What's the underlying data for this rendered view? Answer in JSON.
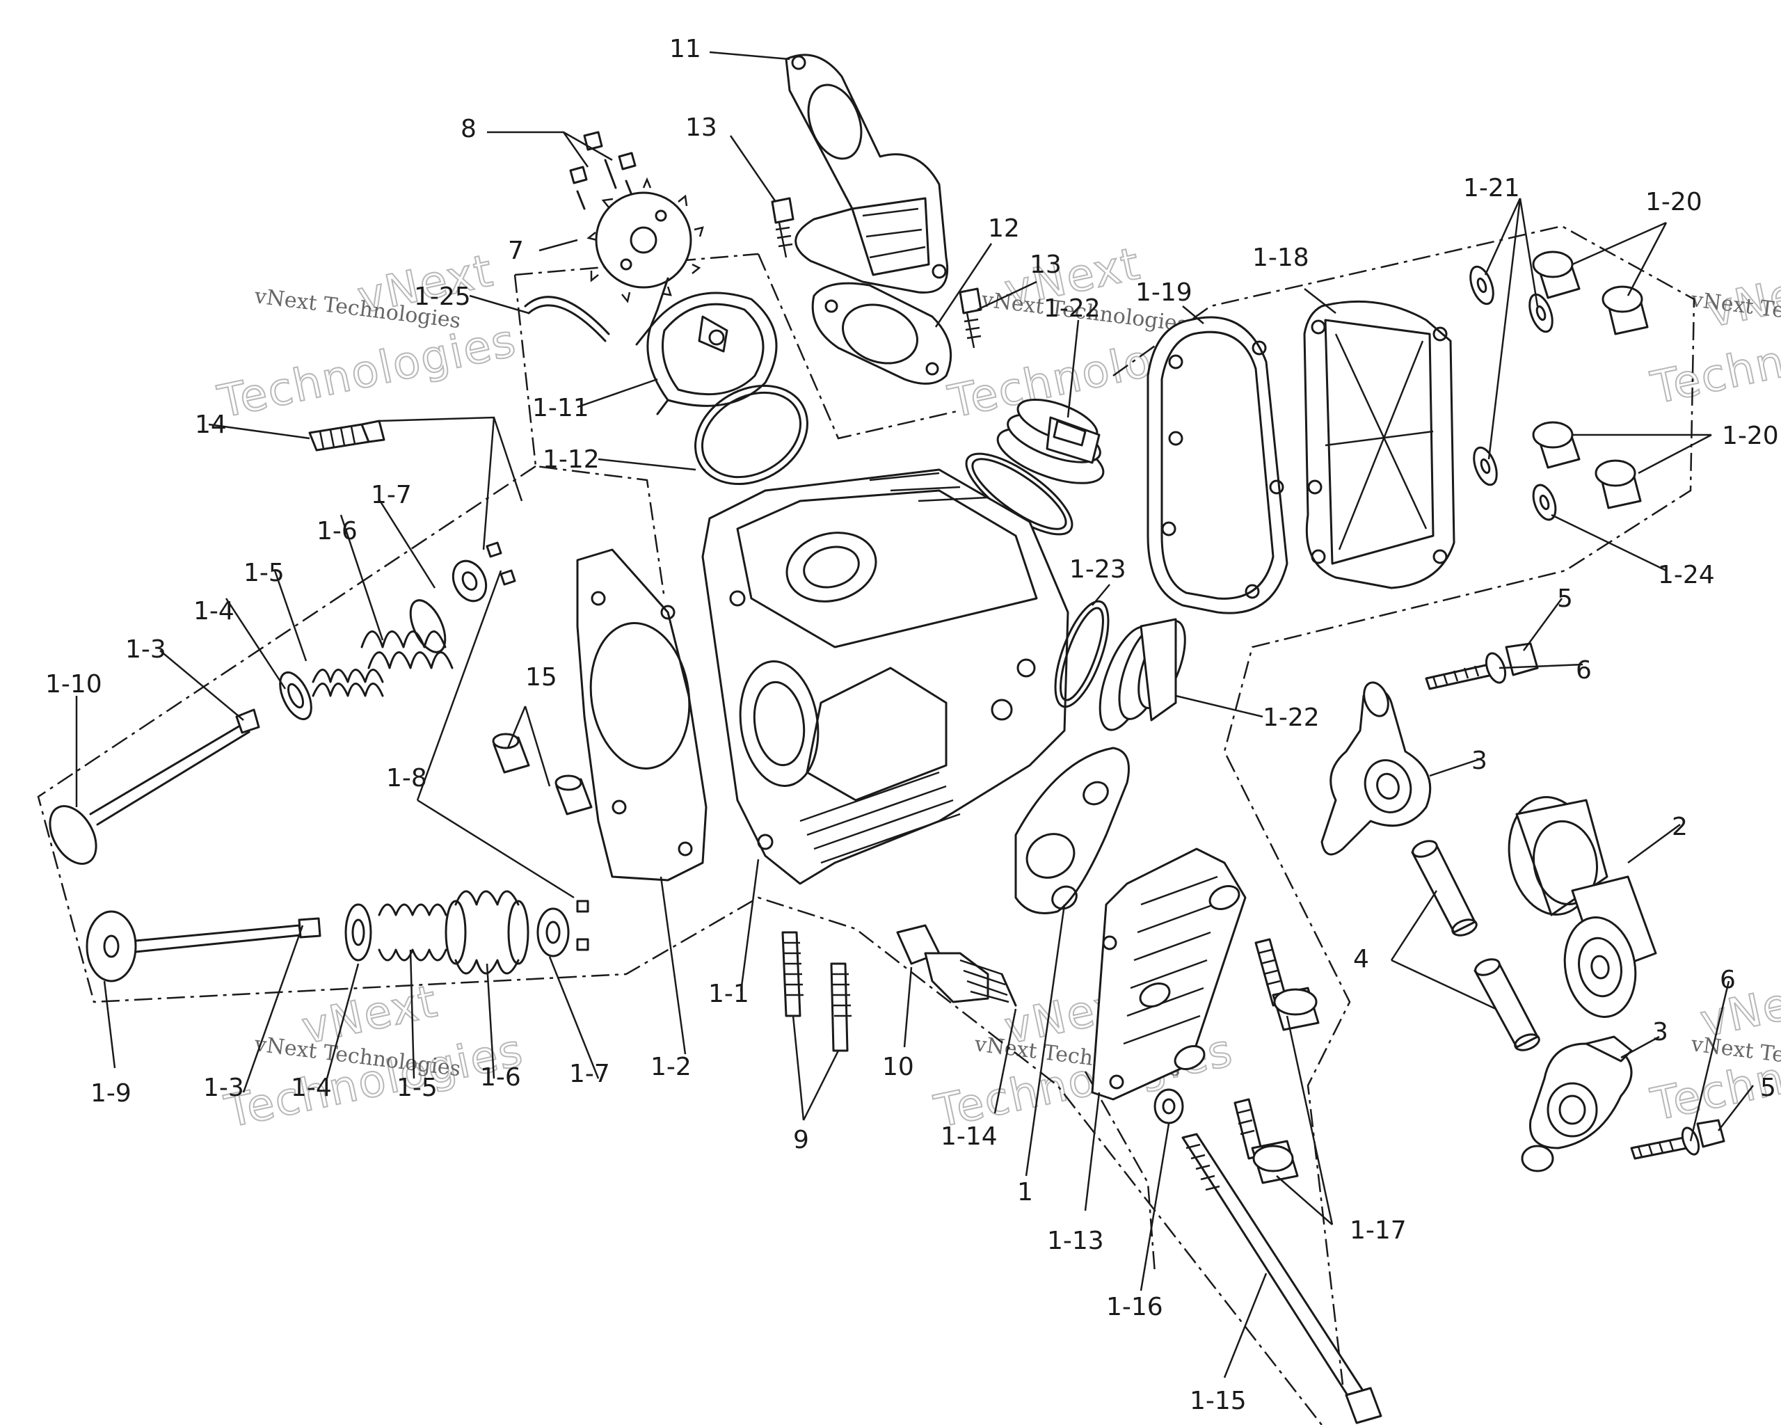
{
  "watermark": {
    "company": "vNext Technologies",
    "word_top": "vNext",
    "word_bottom": "Technologies"
  },
  "labels": {
    "l11": "11",
    "l8": "8",
    "l13a": "13",
    "l7": "7",
    "l12": "12",
    "l13b": "13",
    "l1_25": "1-25",
    "l1_11": "1-11",
    "l14": "14",
    "l1_12": "1-12",
    "l1_7a": "1-7",
    "l1_6a": "1-6",
    "l1_5": "1-5",
    "l1_4a": "1-4",
    "l1_3a": "1-3",
    "l1_10": "1-10",
    "l15": "15",
    "l1_8": "1-8",
    "l1_9": "1-9",
    "l1_3b": "1-3",
    "l1_4b": "1-4",
    "l1_5b": "1-5",
    "l1_6b": "1-6",
    "l1_7b": "1-7",
    "l1_2": "1-2",
    "l1_1": "1-1",
    "l9": "9",
    "l10": "10",
    "l1_14": "1-14",
    "l1": "1",
    "l1_13": "1-13",
    "l1_16": "1-16",
    "l1_15": "1-15",
    "l1_17": "1-17",
    "l1_22a": "1-22",
    "l1_19": "1-19",
    "l1_18": "1-18",
    "l1_21": "1-21",
    "l1_20a": "1-20",
    "l1_20b": "1-20",
    "l1_24": "1-24",
    "l1_23": "1-23",
    "l1_22b": "1-22",
    "l5a": "5",
    "l6a": "6",
    "l3a": "3",
    "l2": "2",
    "l4": "4",
    "l3b": "3",
    "l6b": "6",
    "l5b": "5"
  }
}
